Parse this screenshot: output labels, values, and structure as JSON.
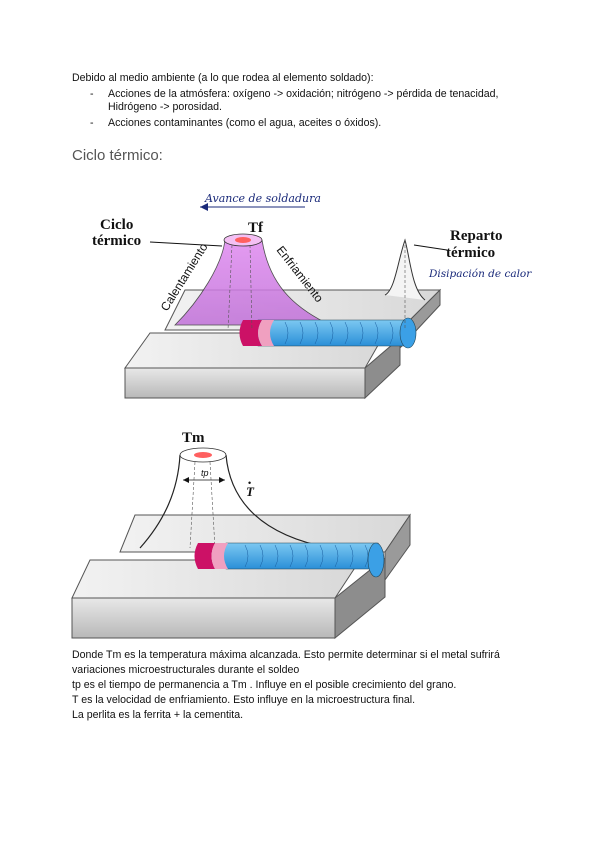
{
  "intro": "Debido al medio ambiente (a lo que rodea al elemento soldado):",
  "bullets": [
    {
      "line1": "Acciones de la atmósfera: oxígeno -> oxidación; nitrógeno -> pérdida de tenacidad,",
      "line2": "Hidrógeno -> porosidad."
    },
    {
      "line1": "Acciones contaminantes (como el agua, aceites o óxidos).",
      "line2": ""
    }
  ],
  "heading": "Ciclo térmico:",
  "figure1": {
    "avance": "Avance de soldadura",
    "ciclo_line1": "Ciclo",
    "ciclo_line2": "térmico",
    "tf": "Tf",
    "calentamiento": "Calentamiento",
    "enfriamiento": "Enfriamiento",
    "reparto_line1": "Reparto",
    "reparto_line2": "térmico",
    "disipacion": "Disipación de calor"
  },
  "figure2": {
    "tm": "Tm",
    "tp": "tp",
    "tdot": "T"
  },
  "paragraph": [
    "Donde Tm  es la temperatura máxima alcanzada. Esto permite determinar si el metal sufrirá",
    "variaciones microestructurales durante el soldeo",
    "tp es el tiempo de permanencia a Tm  . Influye en el posible crecimiento del grano.",
    "T es la velocidad de enfriamiento. Esto influye en la microestructura final.",
    "La perlita es la ferrita + la cementita."
  ],
  "colors": {
    "flame": "#d070e0",
    "bead": "#39a7e8",
    "magenta": "#cc1166",
    "pink": "#f0a0c0"
  }
}
